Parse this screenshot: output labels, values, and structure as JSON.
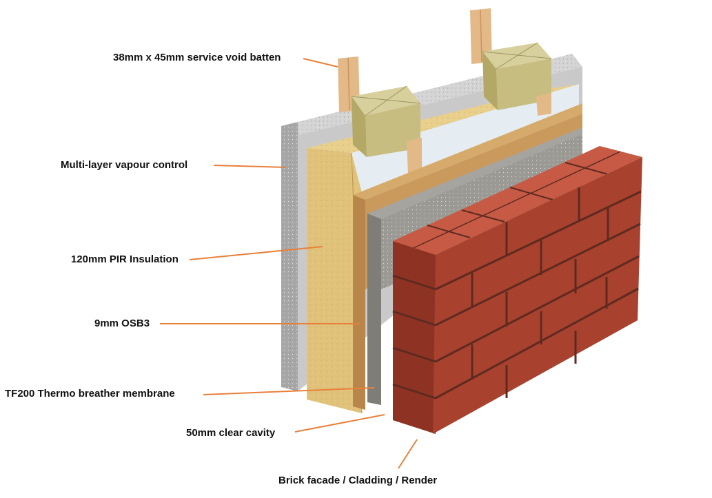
{
  "labels": {
    "batten": "38mm x 45mm service void batten",
    "vapour": "Multi-layer vapour control",
    "pir": "120mm PIR Insulation",
    "osb": "9mm OSB3",
    "membrane": "TF200 Thermo breather membrane",
    "cavity": "50mm clear cavity",
    "facade": "Brick facade / Cladding / Render"
  },
  "colors": {
    "leader": "#e8803a",
    "brick": "#a8412e",
    "brick_top": "#c65a44",
    "mortar": "#5e2a20",
    "insulation": "#e0c27a",
    "osb": "#c99a5b",
    "membrane": "#9c9a95",
    "foil": "#e6edf2",
    "plaster": "#c9c9c9",
    "batten": "#e3b987"
  }
}
